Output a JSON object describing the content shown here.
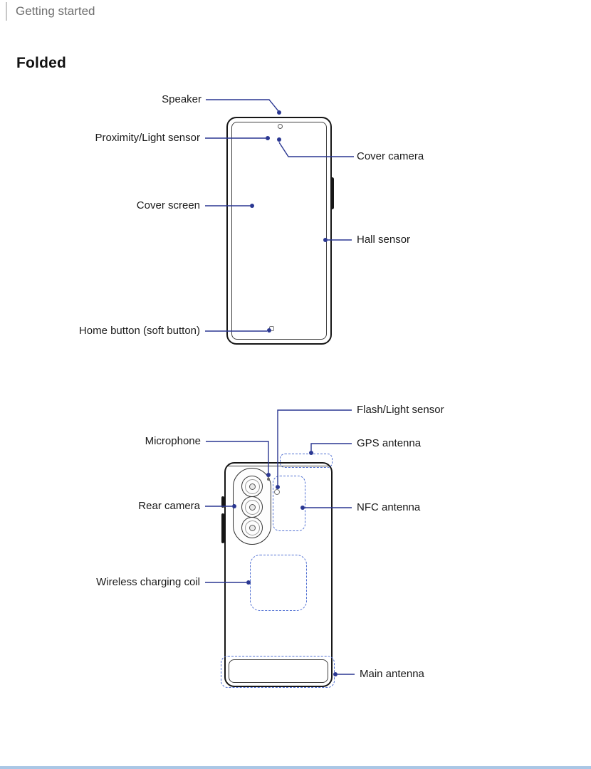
{
  "page": {
    "header": "Getting started",
    "section_title": "Folded"
  },
  "front_view": {
    "labels": {
      "speaker": "Speaker",
      "proximity_light_sensor": "Proximity/Light sensor",
      "cover_camera": "Cover camera",
      "cover_screen": "Cover screen",
      "hall_sensor": "Hall sensor",
      "home_button": "Home button (soft button)"
    }
  },
  "back_view": {
    "labels": {
      "flash_light_sensor": "Flash/Light sensor",
      "microphone": "Microphone",
      "gps_antenna": "GPS antenna",
      "rear_camera": "Rear camera",
      "nfc_antenna": "NFC antenna",
      "wireless_charging_coil": "Wireless charging coil",
      "main_antenna": "Main antenna"
    }
  },
  "colors": {
    "callout_line": "#2a3792",
    "antenna_dash": "#4f6fd2",
    "footer_rule": "#aac7e6",
    "body_text": "#1a1a1a",
    "header_text": "#6e6e6e"
  }
}
